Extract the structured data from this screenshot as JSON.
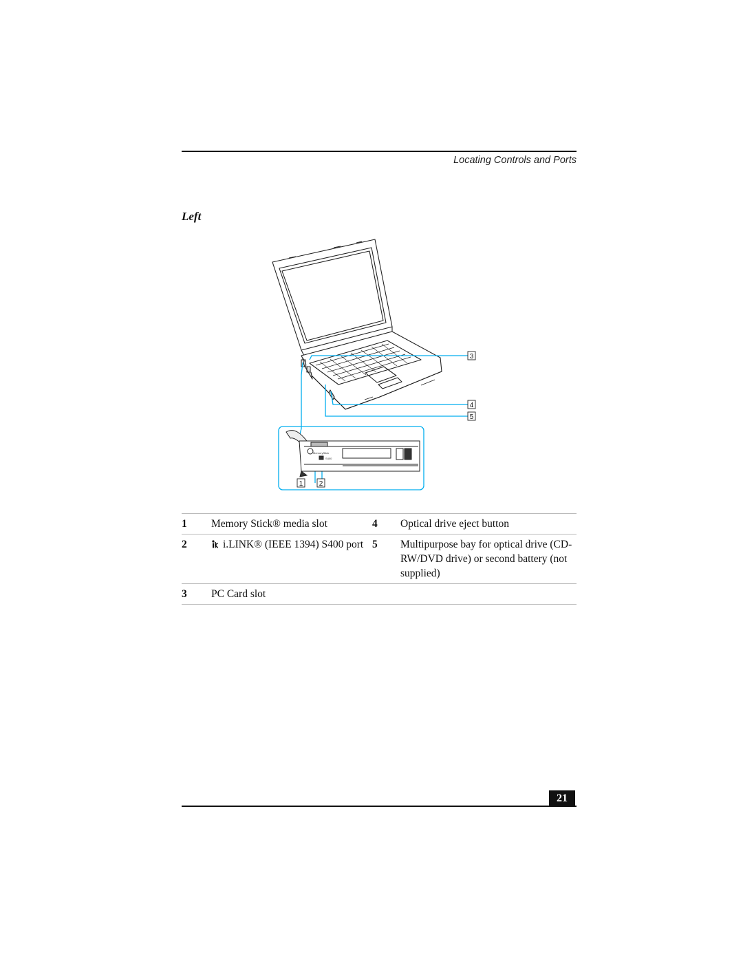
{
  "header": {
    "title": "Locating Controls and Ports"
  },
  "section": {
    "title": "Left"
  },
  "figure": {
    "callouts": [
      "1",
      "2",
      "3",
      "4",
      "5"
    ],
    "port_labels": {
      "memory_stick": "MemoryStick",
      "ilink": "S400"
    }
  },
  "legend": [
    {
      "left_num": "1",
      "left_label": "Memory Stick® media slot",
      "right_num": "4",
      "right_label": "Optical drive eject button"
    },
    {
      "left_num": "2",
      "left_label": "i.LINK® (IEEE 1394) S400 port",
      "left_icon": "ilink-icon",
      "right_num": "5",
      "right_label": "Multipurpose bay for optical drive (CD-RW/DVD drive) or second battery (not supplied)"
    },
    {
      "left_num": "3",
      "left_label": "PC Card slot",
      "right_num": "",
      "right_label": ""
    }
  ],
  "footer": {
    "page_number": "21"
  },
  "colors": {
    "leader_lines": "#00aeef",
    "rules": "#111111"
  }
}
